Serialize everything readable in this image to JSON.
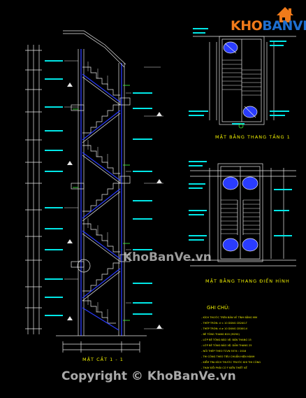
{
  "brand": {
    "logo_part1": "KHO",
    "logo_part2": "BANVE"
  },
  "watermarks": {
    "middle": "KhoBanVe.vn",
    "footer": "Copyright © KhoBanVe.vn"
  },
  "titles": {
    "section": "MẶT CẮT 1 - 1",
    "plan_ground": "MẶT BẰNG THANG TẦNG 1",
    "plan_typical": "MẶT BẰNG THANG ĐIỂN HÌNH"
  },
  "notes": {
    "heading": "GHI CHÚ:",
    "lines": [
      "- KÍCH THƯỚC TRÊN BẢN VẼ TÍNH BẰNG MM",
      "- THÉP TRÒN: d < 10 DÙNG CB240-T",
      "- THÉP TRÒN: d ≥ 10 DÙNG CB300-V",
      "- BÊ TÔNG THANG B20 (M250)",
      "- LỚP BÊ TÔNG BẢO VỆ: BẢN THANG 15",
      "- LỚP BÊ TÔNG BẢO VỆ: DẦM THANG 25",
      "- NỐI THÉP THEO TCVN 5574 : 2018",
      "- THI CÔNG THEO TIÊU CHUẨN HIỆN HÀNH",
      "- KIỂM TRA KÍCH THƯỚC TRƯỚC KHI THI CÔNG",
      "- THAY ĐỔI PHẢI CÓ Ý KIẾN THIẾT KẾ"
    ]
  },
  "colors": {
    "background": "#000000",
    "cad_white": "#e8e8e8",
    "cad_yellow": "#f2f200",
    "cad_cyan": "#00e8e8",
    "cad_blue": "#2a3cff",
    "cad_green": "#40ff40",
    "logo_orange": "#f07a1a",
    "logo_blue": "#1e6fd0"
  }
}
